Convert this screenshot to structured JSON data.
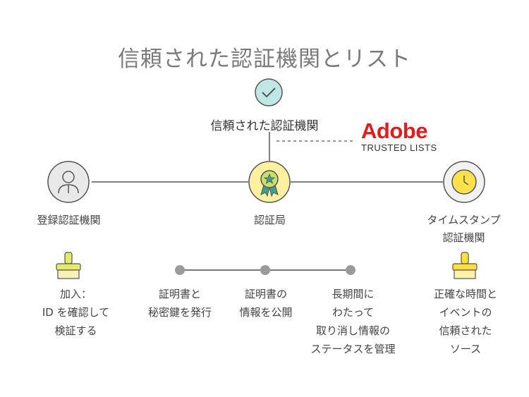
{
  "title": "信頼された認証機関とリスト",
  "top_node": {
    "label": "信頼された認証機関",
    "icon": "check-icon",
    "color": "#bfe7e3"
  },
  "adobe": {
    "logo_text": "Adobe",
    "sub_text": "TRUSTED LISTS",
    "color": "#e01c1c"
  },
  "nodes": [
    {
      "label_lines": [
        "登録認証機関"
      ],
      "icon": "person-icon",
      "color": "#e9e9e9"
    },
    {
      "label_lines": [
        "認証局"
      ],
      "icon": "award-icon",
      "color": "#fff0a0"
    },
    {
      "label_lines": [
        "タイムスタンプ",
        "認証機関"
      ],
      "icon": "clock-icon",
      "color": "#ffee70"
    }
  ],
  "registration_desc": [
    "加入：",
    "ID を確認して",
    "検証する"
  ],
  "ca_steps": [
    {
      "lines": [
        "証明書と",
        "秘密鍵を発行"
      ]
    },
    {
      "lines": [
        "証明書の",
        "情報を公開"
      ]
    },
    {
      "lines": [
        "長期間に",
        "わたって",
        "取り消し情報の",
        "ステータスを管理"
      ]
    }
  ],
  "timestamp_desc": [
    "正確な時間と",
    "イベントの",
    "信頼された",
    "ソース"
  ]
}
